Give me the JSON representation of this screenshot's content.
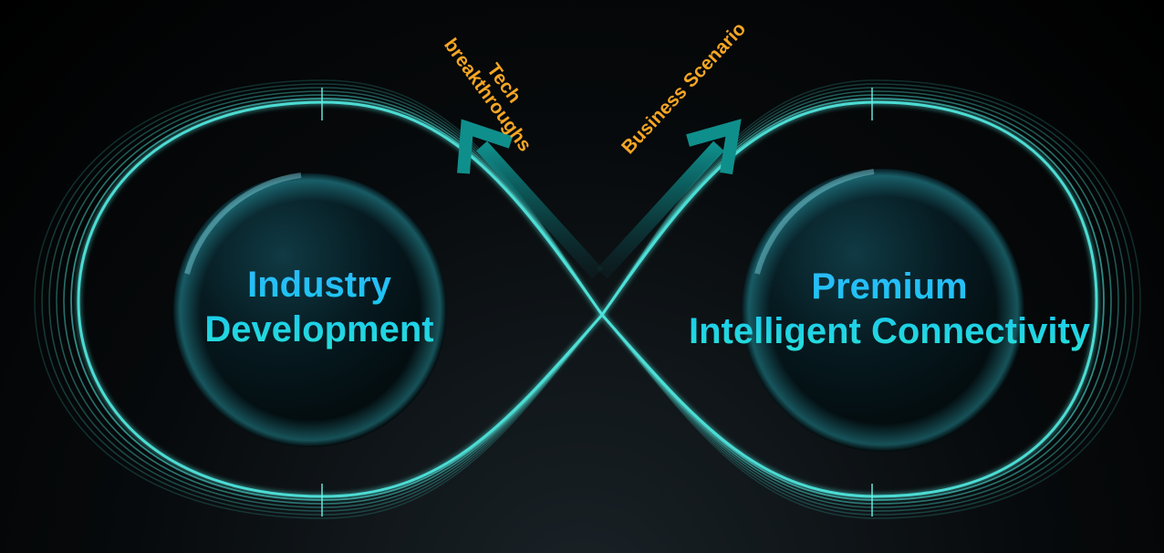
{
  "nodes": {
    "left": {
      "line1": "Industry",
      "line2": "Development"
    },
    "right": {
      "line1": "Premium",
      "line2": "Intelligent Connectivity"
    }
  },
  "arrows": {
    "tech": {
      "line1": "Tech",
      "line2": "breakthroughs"
    },
    "business": {
      "label": "Business Scenario"
    }
  },
  "colors": {
    "background": "#000000",
    "loop": "#4fe3da",
    "arrow": "#0e8c8a",
    "arrow_label": "#f5a623",
    "node_text_top": "#2fb8ff",
    "node_text_bottom": "#28e0d8"
  }
}
